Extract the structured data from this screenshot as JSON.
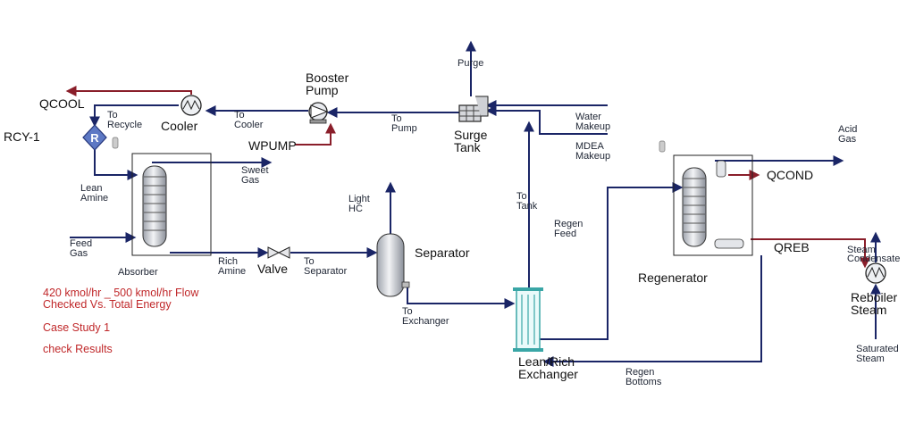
{
  "equipment": {
    "absorber": "Absorber",
    "cooler": "Cooler",
    "booster_pump": [
      "Booster",
      "Pump"
    ],
    "surge_tank": [
      "Surge",
      "Tank"
    ],
    "separator": "Separator",
    "valve": "Valve",
    "exchanger": [
      "Lean/Rich",
      "Exchanger"
    ],
    "regenerator": "Regenerator",
    "reboiler_steam": [
      "Reboiler",
      "Steam"
    ],
    "recycle": "RCY-1",
    "recycle_symbol": "R"
  },
  "streams": {
    "qcool": "QCOOL",
    "to_recycle": [
      "To",
      "Recycle"
    ],
    "to_cooler": [
      "To",
      "Cooler"
    ],
    "wpump": "WPUMP",
    "to_pump": [
      "To",
      "Pump"
    ],
    "purge": "Purge",
    "water_makeup": [
      "Water",
      "Makeup"
    ],
    "mdea_makeup": [
      "MDEA",
      "Makeup"
    ],
    "acid_gas": [
      "Acid",
      "Gas"
    ],
    "qcond": "QCOND",
    "sweet_gas": [
      "Sweet",
      "Gas"
    ],
    "lean_amine": [
      "Lean",
      "Amine"
    ],
    "feed_gas": [
      "Feed",
      "Gas"
    ],
    "light_hc": [
      "Light",
      "HC"
    ],
    "to_tank": [
      "To",
      "Tank"
    ],
    "regen_feed": [
      "Regen",
      "Feed"
    ],
    "qreb": "QREB",
    "steam_condensate": [
      "Steam",
      "Condensate"
    ],
    "rich_amine": [
      "Rich",
      "Amine"
    ],
    "to_separator": [
      "To",
      "Separator"
    ],
    "to_exchanger": [
      "To",
      "Exchanger"
    ],
    "saturated_steam": [
      "Saturated",
      "Steam"
    ],
    "regen_bottoms": [
      "Regen",
      "Bottoms"
    ]
  },
  "notes": {
    "line1": "420 kmol/hr _ 500 kmol/hr Flow",
    "line2": "Checked Vs. Total Energy",
    "line3": "Case Study 1",
    "line4": "check Results"
  },
  "colors": {
    "stream": "#1a2566",
    "energy_stream": "#8a1e2a",
    "note_text": "#c0282a",
    "column_fill": "#d8dadf",
    "exchanger": "#3aa6a6"
  }
}
